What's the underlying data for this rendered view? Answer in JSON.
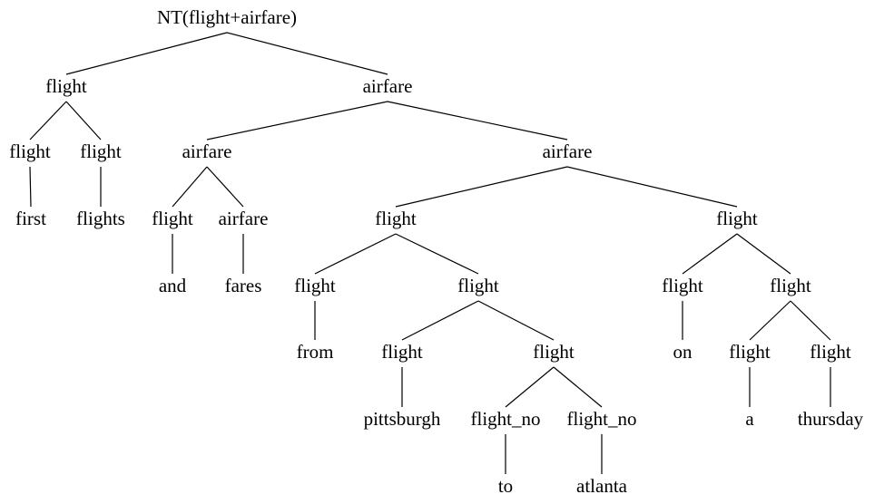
{
  "tree": {
    "label": "NT(flight+airfare)",
    "children": [
      {
        "label": "flight",
        "children": [
          {
            "label": "flight",
            "children": [
              {
                "label": "first"
              }
            ]
          },
          {
            "label": "flight",
            "children": [
              {
                "label": "flights"
              }
            ]
          }
        ]
      },
      {
        "label": "airfare",
        "children": [
          {
            "label": "airfare",
            "children": [
              {
                "label": "flight",
                "children": [
                  {
                    "label": "and"
                  }
                ]
              },
              {
                "label": "airfare",
                "children": [
                  {
                    "label": "fares"
                  }
                ]
              }
            ]
          },
          {
            "label": "airfare",
            "children": [
              {
                "label": "flight",
                "children": [
                  {
                    "label": "flight",
                    "children": [
                      {
                        "label": "from"
                      }
                    ]
                  },
                  {
                    "label": "flight",
                    "children": [
                      {
                        "label": "flight",
                        "children": [
                          {
                            "label": "pittsburgh"
                          }
                        ]
                      },
                      {
                        "label": "flight",
                        "children": [
                          {
                            "label": "flight_no",
                            "children": [
                              {
                                "label": "to"
                              }
                            ]
                          },
                          {
                            "label": "flight_no",
                            "children": [
                              {
                                "label": "atlanta"
                              }
                            ]
                          }
                        ]
                      }
                    ]
                  }
                ]
              },
              {
                "label": "flight",
                "children": [
                  {
                    "label": "flight",
                    "children": [
                      {
                        "label": "on"
                      }
                    ]
                  },
                  {
                    "label": "flight",
                    "children": [
                      {
                        "label": "flight",
                        "children": [
                          {
                            "label": "a"
                          }
                        ]
                      },
                      {
                        "label": "flight",
                        "children": [
                          {
                            "label": "thursday"
                          }
                        ]
                      }
                    ]
                  }
                ]
              }
            ]
          }
        ]
      }
    ]
  }
}
